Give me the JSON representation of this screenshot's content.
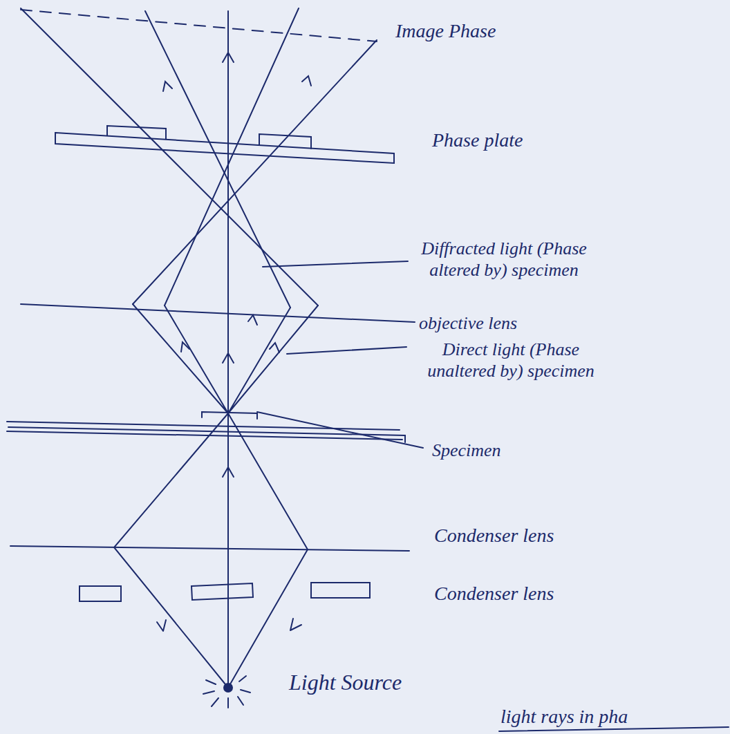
{
  "diagram": {
    "labels": [
      "Image Phase",
      "Phase plate",
      "Diffracted light (Phase altered by) specimen",
      "objective lens",
      "Direct light (Phase unaltered by) specimen",
      "Specimen",
      "Condenser lens",
      "Condenser lens",
      "Light Source",
      "light rays in pha"
    ]
  }
}
